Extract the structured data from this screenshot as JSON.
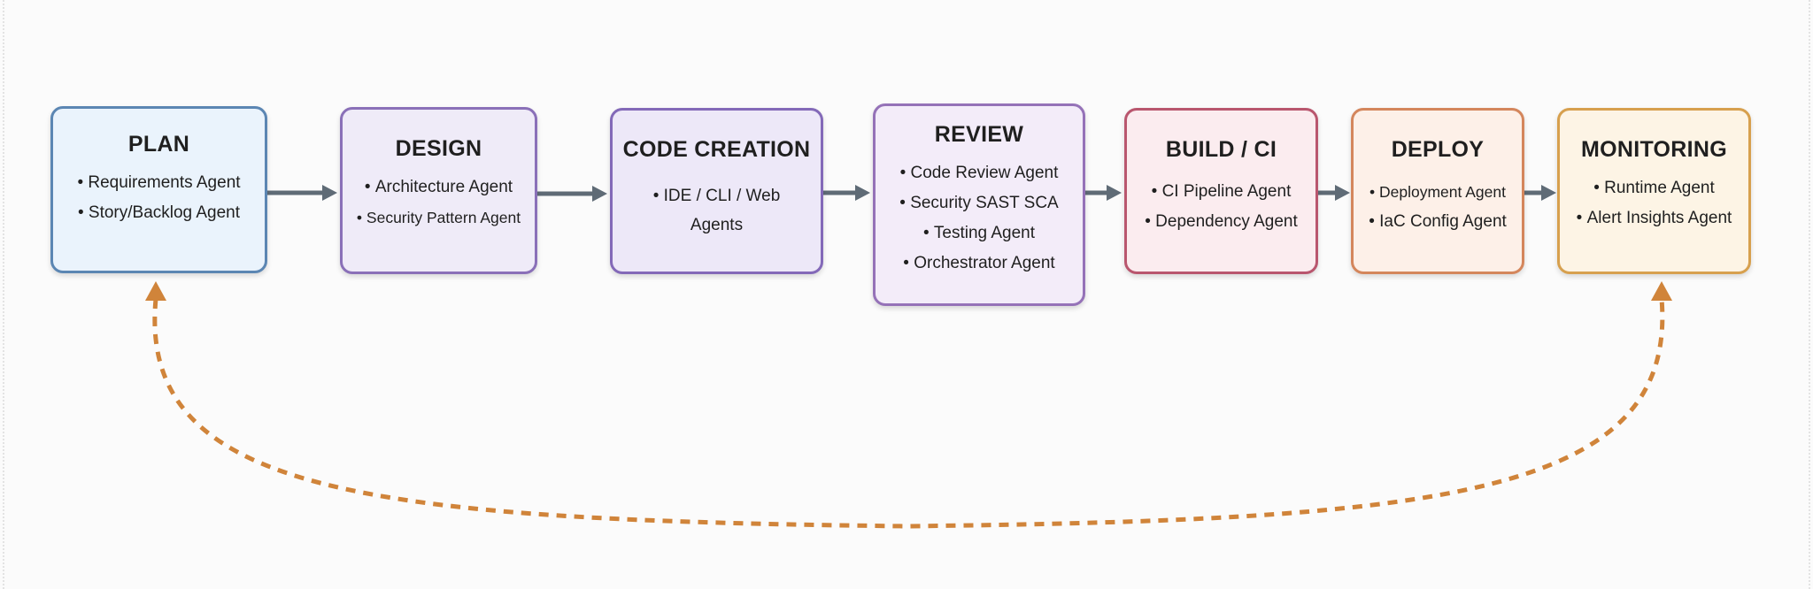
{
  "colors": {
    "arrow": "#5f6b76",
    "feedback_loop": "#d0843a"
  },
  "stages": [
    {
      "title": "PLAN",
      "items": [
        "Requirements Agent",
        "Story/Backlog Agent"
      ],
      "border": "#5b86b3",
      "fill": "#eaf3fc"
    },
    {
      "title": "DESIGN",
      "items": [
        "Architecture Agent",
        "Security Pattern Agent"
      ],
      "border": "#8a70b8",
      "fill": "#efebf8"
    },
    {
      "title": "CODE CREATION",
      "items": [
        "IDE / CLI / Web Agents"
      ],
      "border": "#8369b8",
      "fill": "#ede8f8"
    },
    {
      "title": "REVIEW",
      "items": [
        "Code Review Agent",
        "Security SAST SCA",
        "Testing Agent",
        "Orchestrator Agent"
      ],
      "border": "#9572b8",
      "fill": "#f3ecf9"
    },
    {
      "title": "BUILD / CI",
      "items": [
        "CI Pipeline Agent",
        "Dependency Agent"
      ],
      "border": "#b9566e",
      "fill": "#fbecef"
    },
    {
      "title": "DEPLOY",
      "items": [
        "Deployment Agent",
        "IaC Config Agent"
      ],
      "border": "#d4865c",
      "fill": "#fdf0e8"
    },
    {
      "title": "MONITORING",
      "items": [
        "Runtime Agent",
        "Alert Insights Agent"
      ],
      "border": "#d7a04e",
      "fill": "#fdf4e5"
    }
  ]
}
